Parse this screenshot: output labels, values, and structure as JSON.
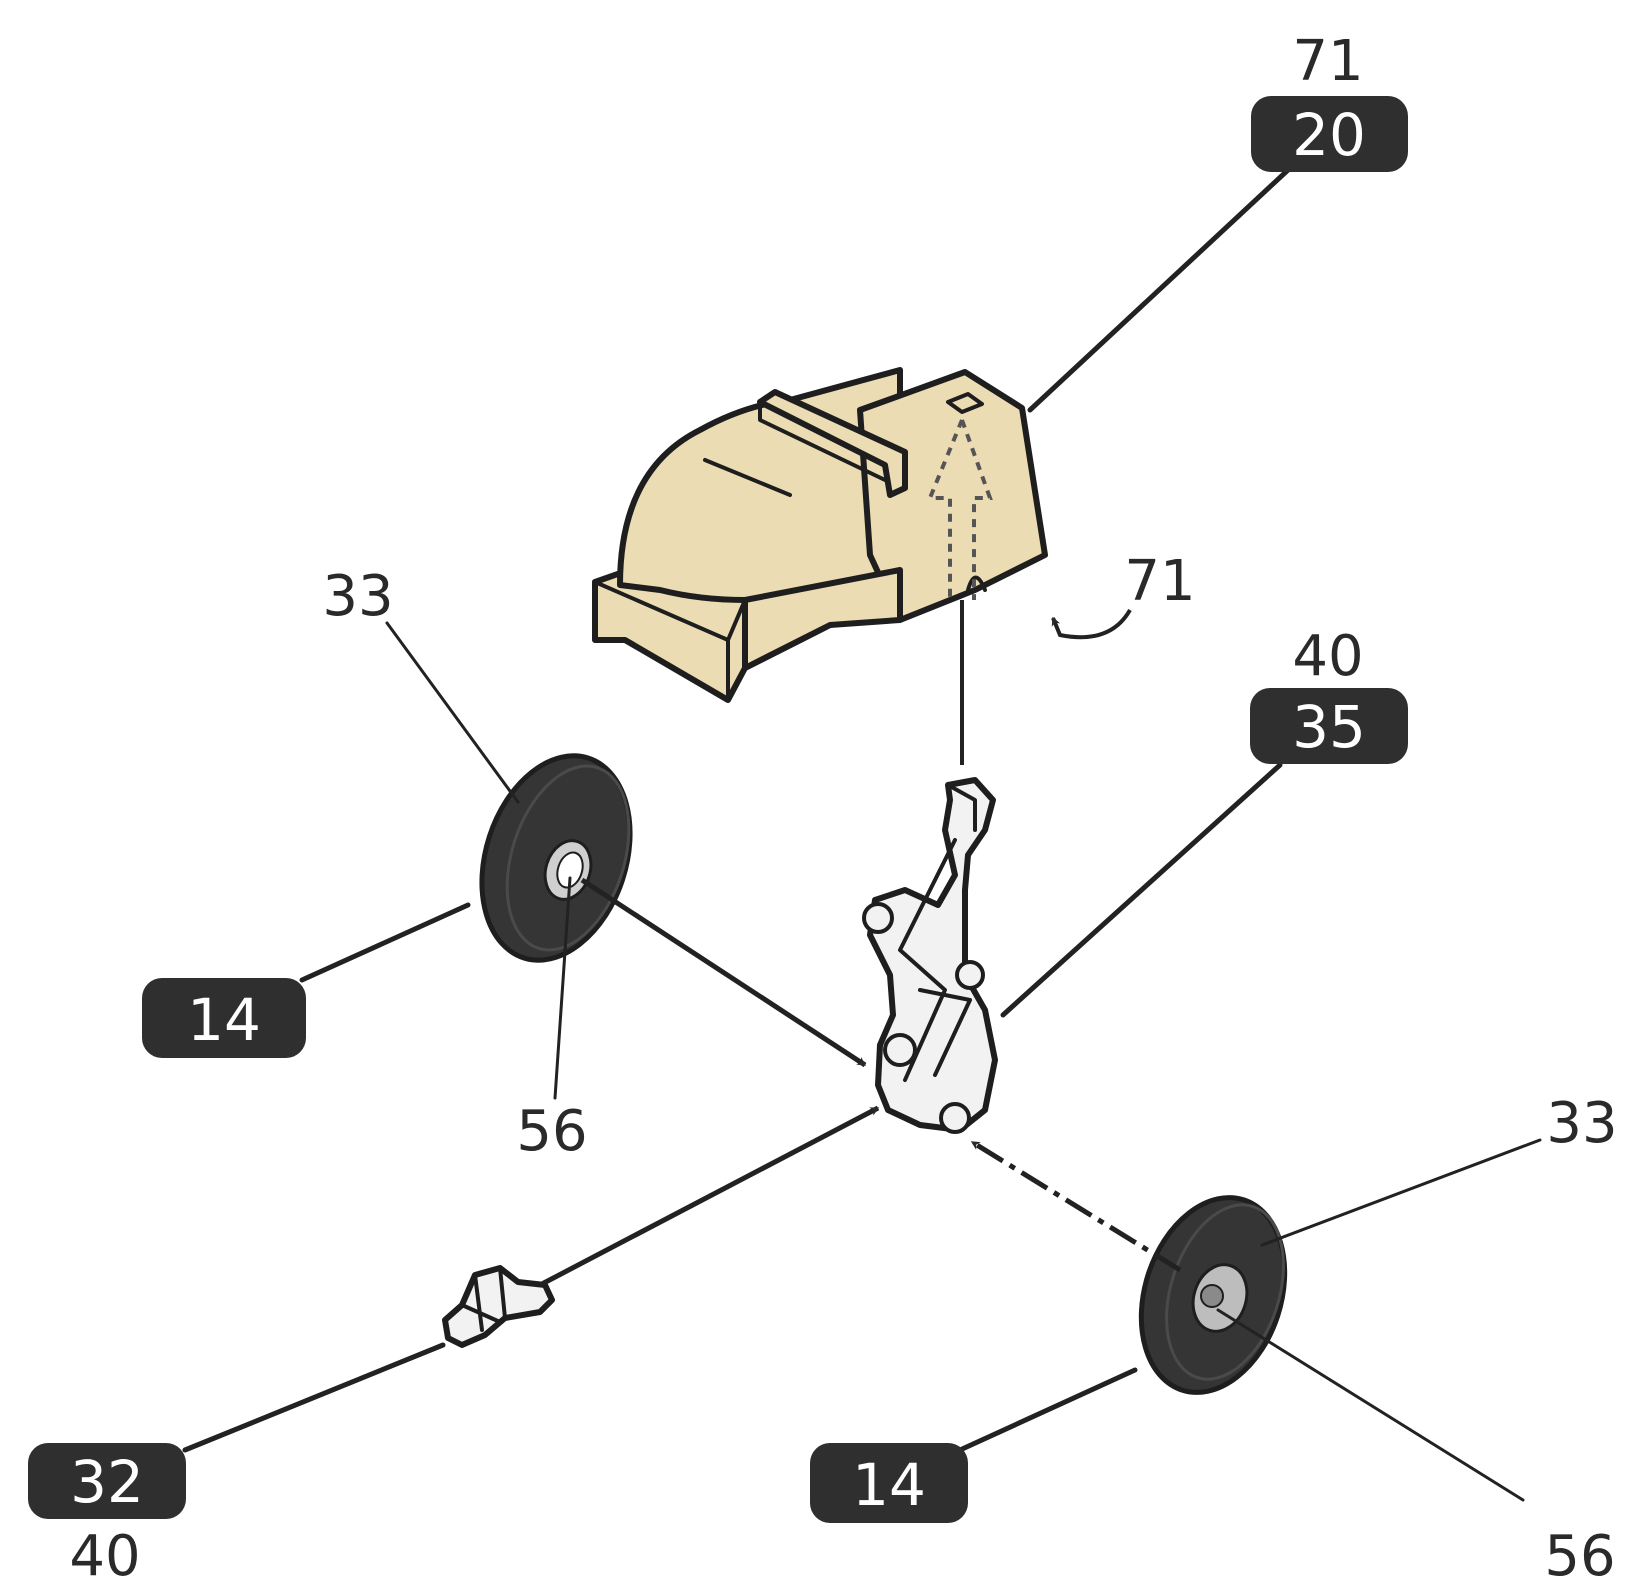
{
  "labels": {
    "cover_top_ref": "71",
    "cover_badge": "20",
    "cover_side_ref": "71",
    "wheel_left_tyre_ref": "33",
    "wheel_left_badge": "14",
    "wheel_left_hub_ref": "56",
    "strut_top_ref": "40",
    "strut_badge": "35",
    "wheel_right_tyre_ref": "33",
    "wheel_right_badge": "14",
    "wheel_right_hub_ref": "56",
    "bracket_badge": "32",
    "bracket_bottom_ref": "40"
  },
  "colors": {
    "housing_fill": "#ecdcb4",
    "tyre_fill": "#353535",
    "badge_fill": "#2f2f2f",
    "strut_fill": "#f2f2f2"
  }
}
